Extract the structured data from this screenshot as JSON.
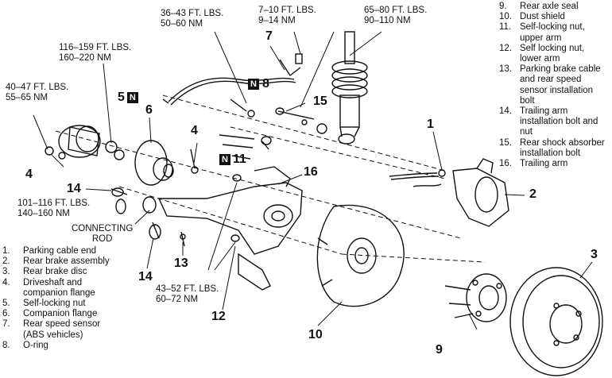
{
  "torque_specs": {
    "t1": "36–43 FT. LBS.\n50–60 NM",
    "t2": "7–10 FT. LBS.\n9–14 NM",
    "t3": "65–80 FT. LBS.\n90–110 NM",
    "t4": "116–159 FT. LBS.\n160–220 NM",
    "t5": "40–47 FT. LBS.\n55–65 NM",
    "t6": "101–116 FT. LBS.\n140–160 NM",
    "t7": "43–52 FT. LBS.\n60–72 NM"
  },
  "callouts": {
    "c1": "1",
    "c2": "2",
    "c3": "3",
    "c4a": "4",
    "c4b": "4",
    "c5": "5",
    "c5_tag": "N",
    "c6": "6",
    "c7": "7",
    "c8": "8",
    "c8_tag": "N",
    "c9": "9",
    "c10": "10",
    "c11": "11",
    "c11_tag": "N",
    "c12": "12",
    "c13": "13",
    "c14a": "14",
    "c14b": "14",
    "c15": "15",
    "c16": "16"
  },
  "connecting_rod": "CONNECTING\nROD",
  "legend_left": [
    {
      "n": "1.",
      "t": "Parking cable end"
    },
    {
      "n": "2.",
      "t": "Rear brake assembly"
    },
    {
      "n": "3.",
      "t": "Rear brake disc"
    },
    {
      "n": "4.",
      "t": "Driveshaft and\ncompanion flange"
    },
    {
      "n": "5.",
      "t": "Self-locking nut"
    },
    {
      "n": "6.",
      "t": "Companion flange"
    },
    {
      "n": "7.",
      "t": "Rear speed sensor\n(ABS vehicles)"
    },
    {
      "n": "8.",
      "t": "O-ring"
    }
  ],
  "legend_right": [
    {
      "n": "9.",
      "t": "Rear axle seal"
    },
    {
      "n": "10.",
      "t": "Dust shield"
    },
    {
      "n": "11.",
      "t": "Self-locking nut,\nupper arm"
    },
    {
      "n": "12.",
      "t": "Self locking nut,\nlower arm"
    },
    {
      "n": "13.",
      "t": "Parking brake cable\nand rear speed\nsensor installation\nbolt"
    },
    {
      "n": "14.",
      "t": "Trailing arm\ninstallation bolt and\nnut"
    },
    {
      "n": "15.",
      "t": "Rear shock absorber\ninstallation bolt"
    },
    {
      "n": "16.",
      "t": "Trailing arm"
    }
  ]
}
